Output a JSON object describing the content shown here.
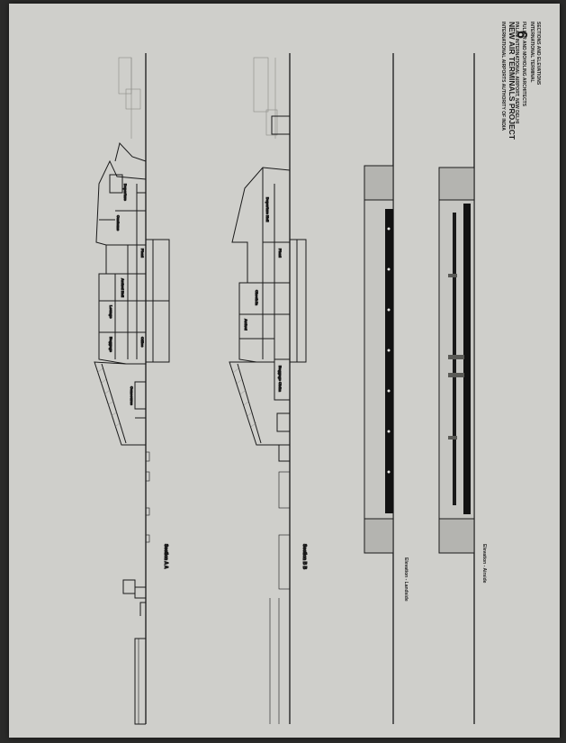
{
  "sheet_number": "6",
  "title_block": {
    "line1": "INTERNATIONAL AIRPORTS AUTHORITY OF INDIA",
    "line2": "NEW AIR TERMINALS PROJECT",
    "line3": "PALAM INTERNATIONAL AIRPORT, NEW DELHI",
    "line4": "FULLER AND MOHOLING ARCHITECTS",
    "line5": "INTERNATIONAL TERMINAL",
    "line6": "SECTIONS AND ELEVATIONS"
  },
  "drawings": {
    "section_aa": "Section A A",
    "section_bb": "Section B B",
    "elevation_landside": "Elevation - Landside",
    "elevation_airside": "Elevation - Airside"
  },
  "room_labels": {
    "aa": [
      "Departure",
      "Customs",
      "Arrival Hall",
      "Lounge",
      "Baggage",
      "Office",
      "Plant",
      "Concourse"
    ],
    "bb": [
      "Departure Hall",
      "Check-in",
      "Arrival",
      "Baggage Claim",
      "Plant"
    ]
  },
  "colors": {
    "paper": "#cfcfcb",
    "ink": "#1a1a1a",
    "background": "#2b2b2a"
  }
}
